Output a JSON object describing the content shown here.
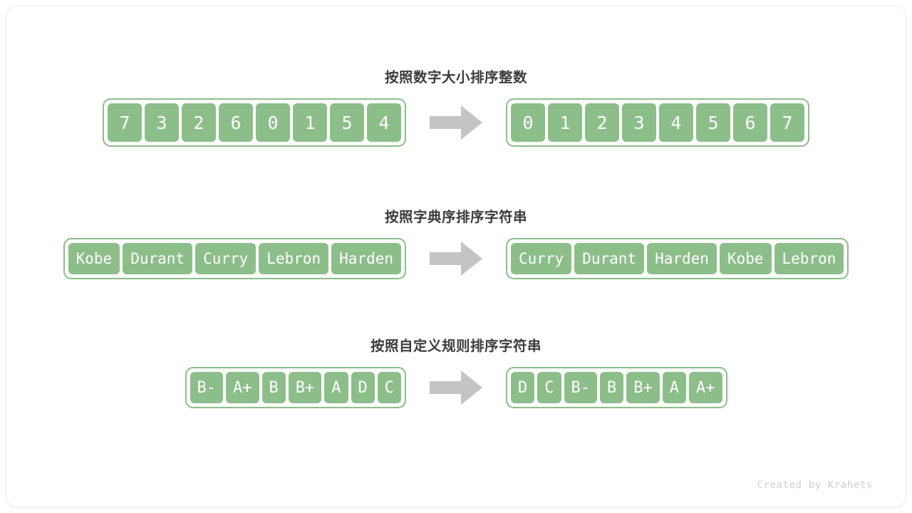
{
  "watermark": "Created by Krahets",
  "colors": {
    "cell_fill": "#8cbe8a",
    "cell_border": "#ffffff",
    "container_border": "#8cbe8a",
    "cell_text": "#ffffff",
    "title_text": "#3c3c3c",
    "arrow": "#c4c4c4",
    "card_bg": "#ffffff",
    "watermark_text": "#cfcfcf"
  },
  "arrow_icon": "right-block-arrow-icon",
  "sections": [
    {
      "title": "按照数字大小排序整数",
      "kind": "num",
      "before": [
        "7",
        "3",
        "2",
        "6",
        "0",
        "1",
        "5",
        "4"
      ],
      "after": [
        "0",
        "1",
        "2",
        "3",
        "4",
        "5",
        "6",
        "7"
      ]
    },
    {
      "title": "按照字典序排序字符串",
      "kind": "word",
      "before": [
        "Kobe",
        "Durant",
        "Curry",
        "Lebron",
        "Harden"
      ],
      "after": [
        "Curry",
        "Durant",
        "Harden",
        "Kobe",
        "Lebron"
      ]
    },
    {
      "title": "按照自定义规则排序字符串",
      "kind": "grade",
      "before": [
        "B-",
        "A+",
        "B",
        "B+",
        "A",
        "D",
        "C"
      ],
      "after": [
        "D",
        "C",
        "B-",
        "B",
        "B+",
        "A",
        "A+"
      ]
    }
  ]
}
